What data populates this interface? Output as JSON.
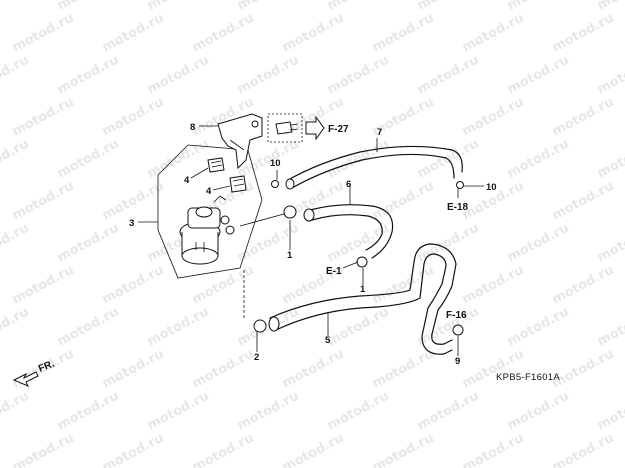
{
  "watermark": "motod.ru",
  "diagram_code": "KPB5-F1601A",
  "front_marker": "FR.",
  "callouts": {
    "c1a": "1",
    "c1b": "1",
    "c2": "2",
    "c3": "3",
    "c4a": "4",
    "c4b": "4",
    "c5": "5",
    "c6": "6",
    "c7": "7",
    "c8": "8",
    "c9": "9",
    "c10a": "10",
    "c10b": "10"
  },
  "references": {
    "f27": "F-27",
    "e18": "E-18",
    "e1": "E-1",
    "f16": "F-16"
  }
}
